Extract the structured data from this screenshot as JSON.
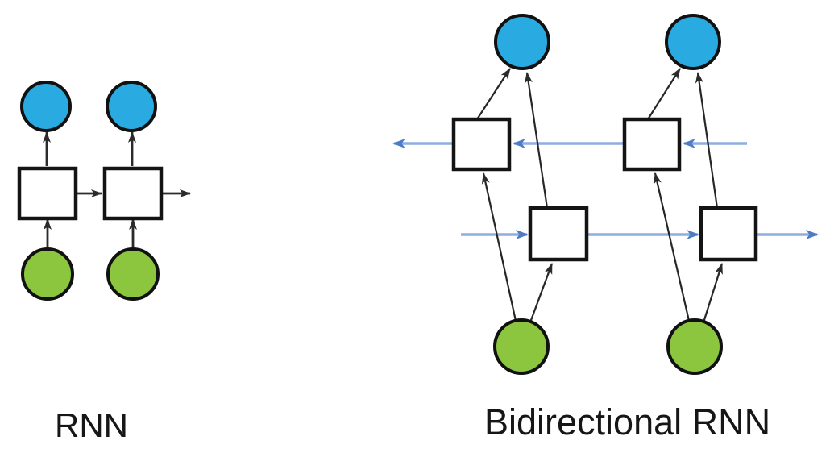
{
  "page": {
    "background_color": "#ffffff"
  },
  "colors": {
    "output_node_fill": "#29abe2",
    "input_node_fill": "#8cc63f",
    "hidden_node_fill": "#ffffff",
    "node_stroke": "#111111",
    "black_arrow": "#2b2b2b",
    "blue_arrow_line": "#8daedf",
    "blue_arrow_head": "#4c7dc4",
    "caption_color": "#161616"
  },
  "diagrams": [
    {
      "id": "rnn",
      "label": "RNN",
      "structure": {
        "input_nodes": 2,
        "hidden_nodes": 2,
        "output_nodes": 2,
        "input_node_shape": "green-circle",
        "hidden_node_shape": "white-square",
        "output_node_shape": "blue-circle",
        "recurrence_direction": "left-to-right",
        "edges": [
          "input-1 -> hidden-1",
          "input-2 -> hidden-2",
          "hidden-1 -> output-1",
          "hidden-2 -> output-2",
          "hidden-1 -> hidden-2",
          "hidden-2 -> out"
        ]
      }
    },
    {
      "id": "bidirectional-rnn",
      "label": "Bidirectional RNN",
      "structure": {
        "input_nodes": 2,
        "forward_hidden_nodes": 2,
        "backward_hidden_nodes": 2,
        "output_nodes": 2,
        "input_node_shape": "green-circle",
        "hidden_node_shape": "white-square",
        "output_node_shape": "blue-circle",
        "forward_chain_direction": "left-to-right",
        "backward_chain_direction": "right-to-left",
        "chain_arrow_color": "blue",
        "edges": [
          "input-1 -> forward-hidden-1",
          "input-1 -> backward-hidden-1",
          "input-2 -> forward-hidden-2",
          "input-2 -> backward-hidden-2",
          "forward-hidden-1 -> output-1",
          "backward-hidden-1 -> output-1",
          "forward-hidden-2 -> output-2",
          "backward-hidden-2 -> output-2",
          "forward chain: in -> forward-hidden-1 -> forward-hidden-2 -> out",
          "backward chain: in -> backward-hidden-2 -> backward-hidden-1 -> out"
        ]
      }
    }
  ]
}
